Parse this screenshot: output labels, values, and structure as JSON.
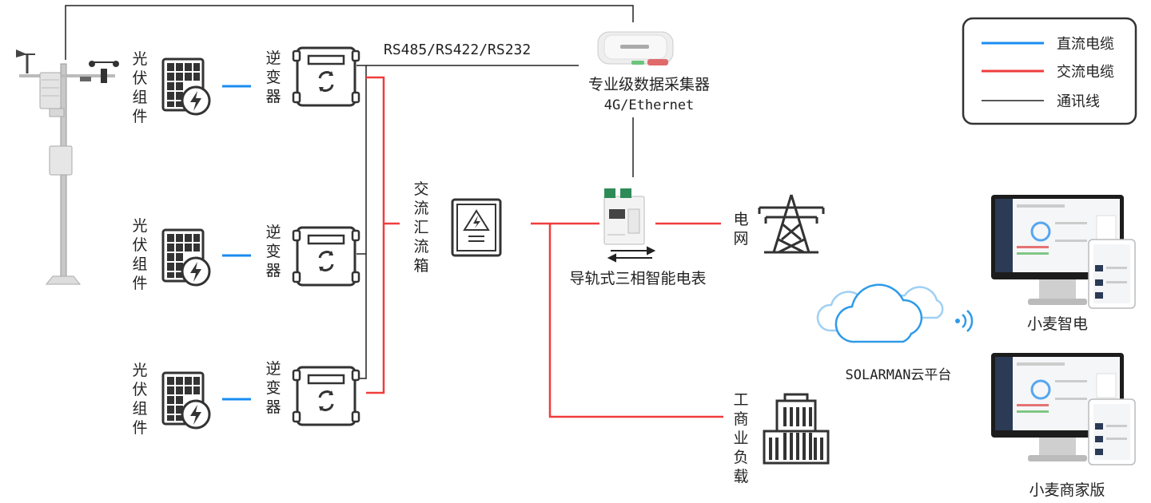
{
  "legend": {
    "items": [
      {
        "label": "直流电缆",
        "color": "#1a8cf0"
      },
      {
        "label": "交流电缆",
        "color": "#f03c3c"
      },
      {
        "label": "通讯线",
        "color": "#222222"
      }
    ]
  },
  "colors": {
    "dc": "#1a8cf0",
    "ac": "#f03c3c",
    "comm": "#222222",
    "cloud": "#2f9be8"
  },
  "pv_label": "光伏组件",
  "inverter_label": "逆变器",
  "comm_protocol": "RS485/RS422/RS232",
  "collector": {
    "label": "专业级数据采集器",
    "sub": "4G/Ethernet"
  },
  "combiner_label": "交流汇流箱",
  "meter_label": "导轨式三相智能电表",
  "grid_label": "电网",
  "load_label": "工商业负载",
  "cloud_label": "SOLARMAN云平台",
  "apps": [
    "小麦智电",
    "小麦商家版"
  ],
  "icons": [
    "weather-station-icon",
    "solar-panel-icon",
    "inverter-icon",
    "data-logger-icon",
    "combiner-box-icon",
    "smart-meter-icon",
    "transmission-tower-icon",
    "building-icon",
    "cloud-icon",
    "wireless-signal-icon",
    "monitor-icon",
    "tablet-icon"
  ]
}
